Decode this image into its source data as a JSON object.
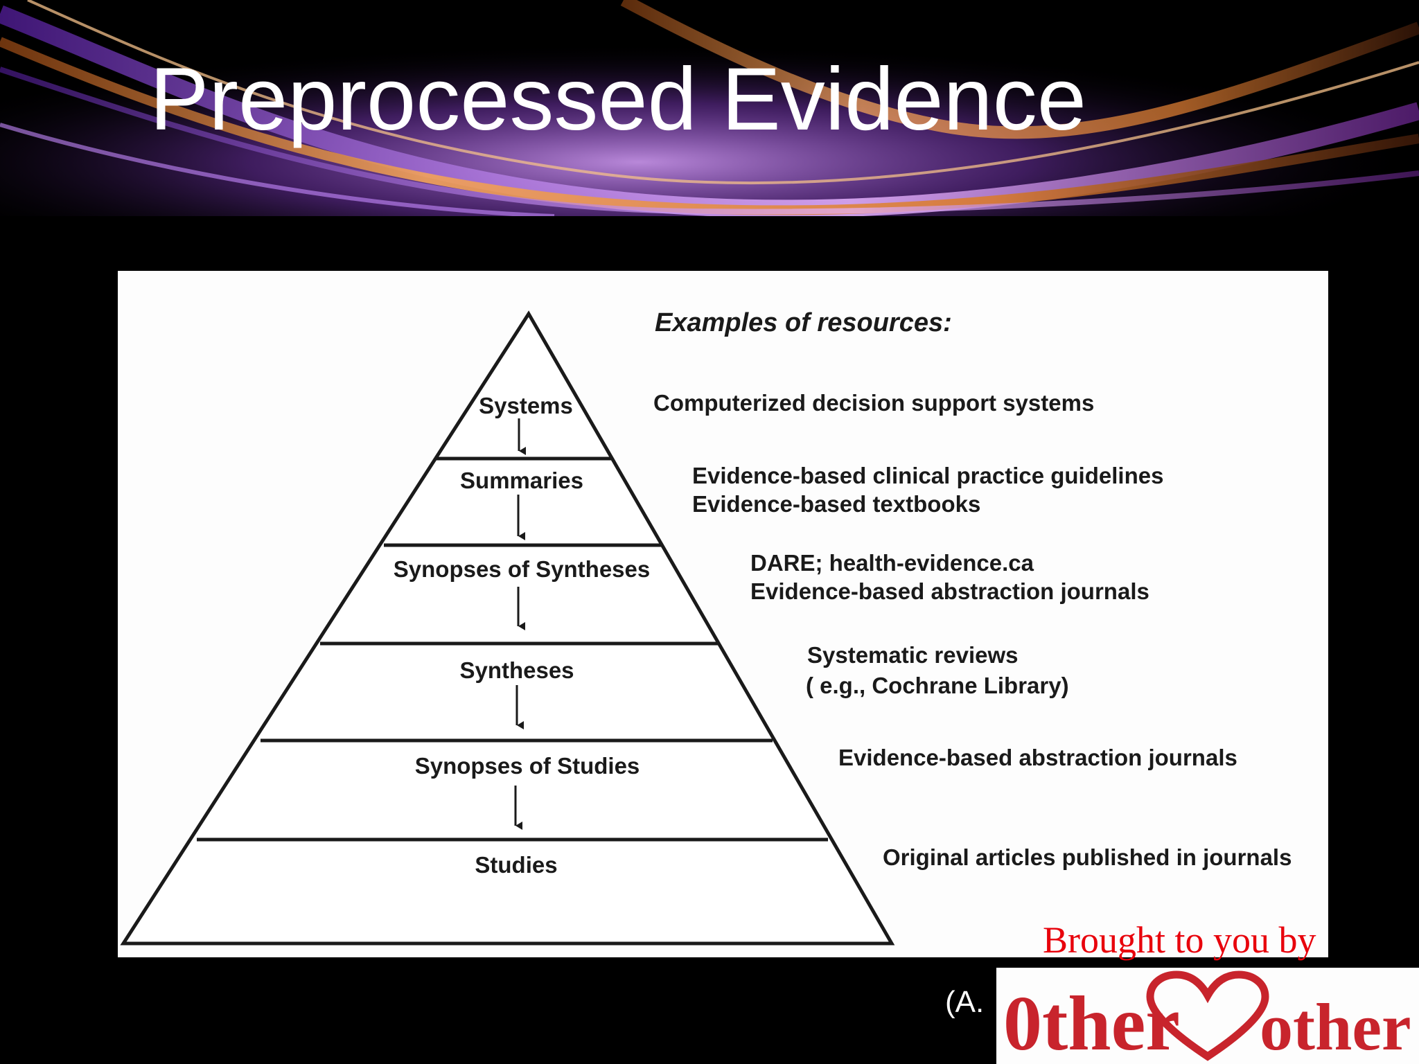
{
  "slide": {
    "title": "Preprocessed Evidence",
    "citation": "(A.",
    "brought_by": "Brought to you by"
  },
  "diagram": {
    "heading": "Examples of resources:",
    "tiers": [
      {
        "label": "Systems",
        "examples": [
          "Computerized decision support systems"
        ]
      },
      {
        "label": "Summaries",
        "examples": [
          "Evidence-based clinical practice guidelines",
          "Evidence-based textbooks"
        ]
      },
      {
        "label": "Synopses of Syntheses",
        "examples": [
          "DARE; health-evidence.ca",
          "Evidence-based abstraction journals"
        ]
      },
      {
        "label": "Syntheses",
        "examples": [
          "Systematic reviews",
          "( e.g., Cochrane Library)"
        ]
      },
      {
        "label": "Synopses of Studies",
        "examples": [
          "Evidence-based abstraction journals"
        ]
      },
      {
        "label": "Studies",
        "examples": [
          "Original articles published in journals"
        ]
      }
    ]
  },
  "logo": {
    "word_left": "0ther",
    "word_right": "other",
    "color": "#c8242c",
    "icon": "heart-icon"
  },
  "colors": {
    "background": "#000000",
    "title": "#ffffff",
    "brought_by": "#e8000b",
    "panel": "#fdfdfd",
    "ink": "#1a1a1a"
  }
}
